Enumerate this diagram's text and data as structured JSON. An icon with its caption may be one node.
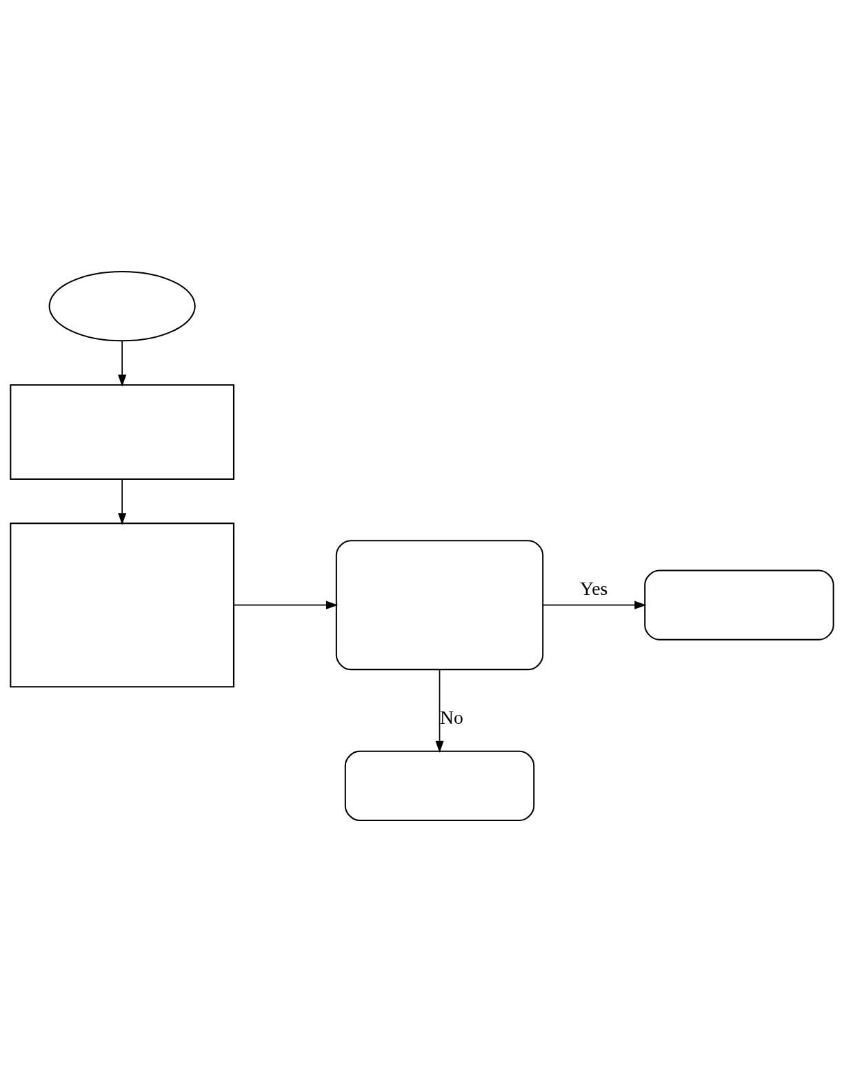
{
  "diagram": {
    "nodes": [
      {
        "text": [],
        "shape": "ellipse"
      },
      {
        "text": [],
        "shape": "box"
      },
      {
        "text": [],
        "shape": "box"
      },
      {
        "text": [],
        "shape": "box"
      },
      {
        "text": [],
        "shape": "box"
      },
      {
        "text": [],
        "shape": "box"
      }
    ],
    "edges": [
      {
        "from": 0,
        "to": 1,
        "arrow": "to"
      },
      {
        "from": 1,
        "to": 2,
        "arrow": "to"
      },
      {
        "from": 2,
        "to": 3,
        "arrow": "to"
      },
      {
        "from": 3,
        "to": 4,
        "arrow": "to",
        "label": "Yes"
      },
      {
        "from": 3,
        "to": 5,
        "arrow": "to",
        "label": "No"
      }
    ]
  }
}
